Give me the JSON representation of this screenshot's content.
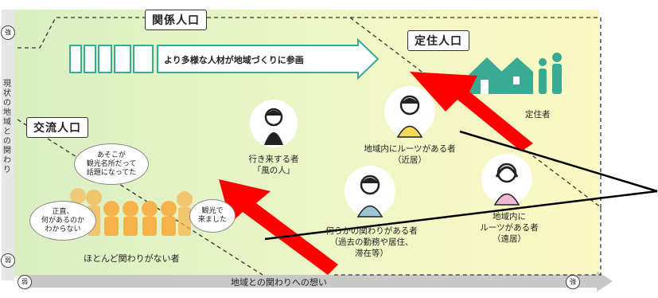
{
  "labels": {
    "kankei": "関係人口",
    "teiju": "定住人口",
    "koryu": "交流人口"
  },
  "banner": {
    "text": "より多様な人材が地域づくりに参画"
  },
  "people": {
    "teijusha": "定住者",
    "kazeno_line1": "行き来する者",
    "kazeno_line2": "「風の人」",
    "roots_near_line1": "地域内にルーツがある者",
    "roots_near_line2": "（近居）",
    "some_rel_line1": "何らかの関わりがある者",
    "some_rel_line2": "（過去の勤務や居住、",
    "some_rel_line3": "滞在等）",
    "roots_far_line1": "地域内に",
    "roots_far_line2": "ルーツがある者",
    "roots_far_line3": "（遠居）",
    "none": "ほとんど関わりがない者"
  },
  "bubbles": {
    "b1_line1": "あそこが",
    "b1_line2": "観光名所だって",
    "b1_line3": "話題になってた",
    "b2_line1": "正直、",
    "b2_line2": "何があるのか",
    "b2_line3": "わからない",
    "b3_line1": "観光で",
    "b3_line2": "来ました"
  },
  "axis": {
    "x_label": "地域との関わりへの想い",
    "weak": "弱",
    "strong": "強",
    "y_label": "現状の地域との関わり",
    "y_strong": "強",
    "y_weak": "弱"
  },
  "colors": {
    "bg_green": "#dff2c9",
    "bg_yellow": "#fbf8c4",
    "teal": "#3aaa95",
    "orange": "#f8b24a",
    "red_arrow": "#ff0000"
  }
}
